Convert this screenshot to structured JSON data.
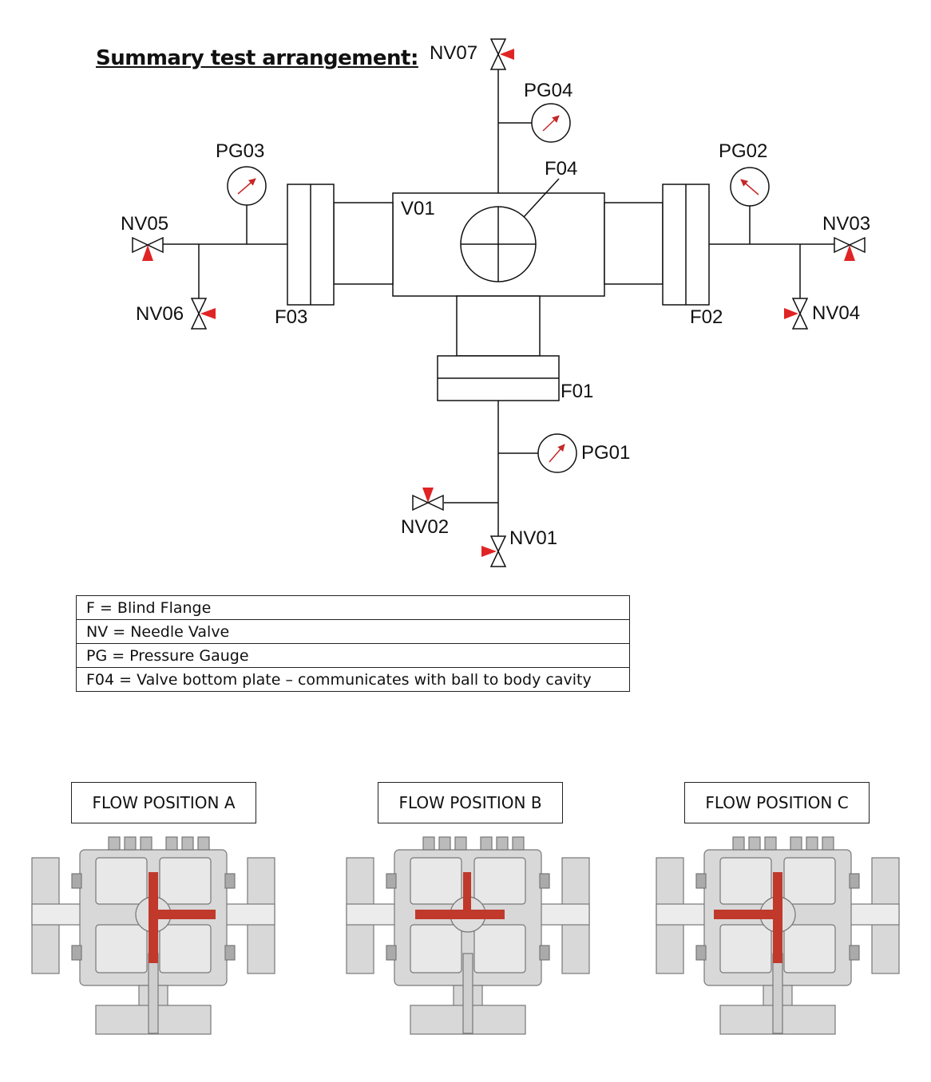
{
  "title": "Summary test arrangement:",
  "labels": {
    "nv07": "NV07",
    "pg04": "PG04",
    "pg03": "PG03",
    "pg02": "PG02",
    "f04": "F04",
    "v01": "V01",
    "nv05": "NV05",
    "nv03": "NV03",
    "nv06": "NV06",
    "f03": "F03",
    "f02": "F02",
    "nv04": "NV04",
    "f01": "F01",
    "pg01": "PG01",
    "nv02": "NV02",
    "nv01": "NV01"
  },
  "legend": [
    "F = Blind Flange",
    "NV = Needle Valve",
    "PG = Pressure Gauge",
    "F04 = Valve bottom plate – communicates with ball to body cavity"
  ],
  "flow_positions": [
    "FLOW POSITION A",
    "FLOW POSITION B",
    "FLOW POSITION C"
  ],
  "colors": {
    "valve_handle": "#e02424",
    "flow_path": "#c0392b",
    "body": "#d8d8d8",
    "line": "#111111"
  }
}
